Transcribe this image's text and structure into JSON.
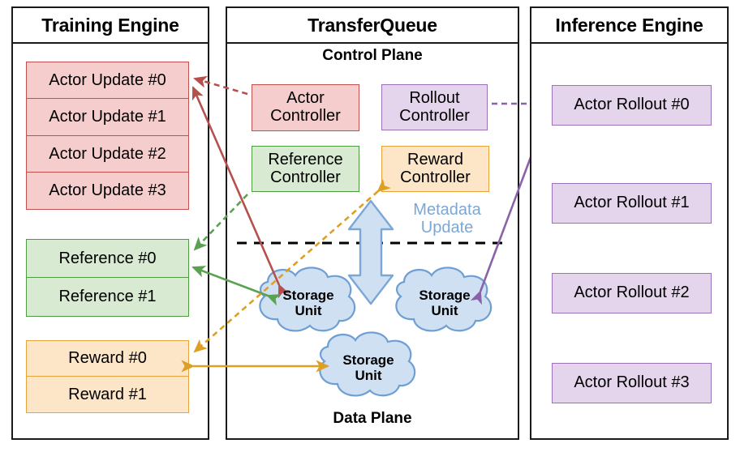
{
  "panels": {
    "training": {
      "title": "Training Engine",
      "groups": [
        {
          "name": "actor-update-stack",
          "color": "#f6cdcd",
          "items": [
            "Actor Update #0",
            "Actor Update #1",
            "Actor Update #2",
            "Actor Update #3"
          ]
        },
        {
          "name": "reference-stack",
          "color": "#d9ead3",
          "items": [
            "Reference #0",
            "Reference #1"
          ]
        },
        {
          "name": "reward-stack",
          "color": "#fde5c8",
          "items": [
            "Reward #0",
            "Reward #1"
          ]
        }
      ]
    },
    "transferqueue": {
      "title": "TransferQueue",
      "control_plane_label": "Control Plane",
      "data_plane_label": "Data Plane",
      "controllers": [
        {
          "name": "actor-controller",
          "label": "Actor\nController",
          "color": "#f6cdcd"
        },
        {
          "name": "rollout-controller",
          "label": "Rollout\nController",
          "color": "#e4d5ec"
        },
        {
          "name": "reference-controller",
          "label": "Reference\nController",
          "color": "#d9ead3"
        },
        {
          "name": "reward-controller",
          "label": "Reward\nController",
          "color": "#fde5c8"
        }
      ],
      "metadata_update_label": "Metadata\nUpdate",
      "metadata_update_color": "#7ba7d7",
      "storage_units": [
        {
          "name": "storage-unit-left",
          "label": "Storage\nUnit"
        },
        {
          "name": "storage-unit-right",
          "label": "Storage\nUnit"
        },
        {
          "name": "storage-unit-bottom",
          "label": "Storage\nUnit"
        }
      ],
      "storage_unit_color": "#cfe0f3"
    },
    "inference": {
      "title": "Inference Engine",
      "items": [
        "Actor Rollout #0",
        "Actor Rollout #1",
        "Actor Rollout #2",
        "Actor Rollout #3"
      ],
      "color": "#e4d5ec"
    }
  },
  "connections": [
    {
      "name": "actor-controller-to-actor-update",
      "style": "dashed",
      "color": "#b5504c"
    },
    {
      "name": "actor-update-to-storage-unit",
      "style": "solid",
      "color": "#b5504c"
    },
    {
      "name": "reference-controller-to-reference",
      "style": "dashed",
      "color": "#5aa150"
    },
    {
      "name": "reference-to-storage-unit",
      "style": "solid",
      "color": "#5aa150"
    },
    {
      "name": "reward-controller-to-reward",
      "style": "dashed",
      "color": "#dda023"
    },
    {
      "name": "reward-to-storage-unit",
      "style": "solid",
      "color": "#dda023"
    },
    {
      "name": "rollout-controller-to-actor-rollout",
      "style": "dashed",
      "color": "#8a62a8"
    },
    {
      "name": "actor-rollout-to-storage-unit",
      "style": "solid",
      "color": "#8a62a8"
    },
    {
      "name": "plane-divider",
      "style": "dashed",
      "color": "#000000"
    }
  ]
}
